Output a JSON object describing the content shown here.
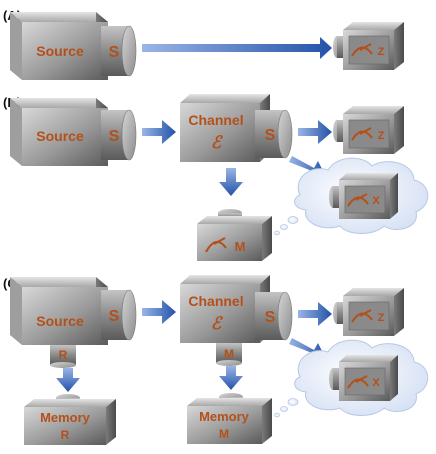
{
  "panels": {
    "a": "(A)",
    "b": "(B)",
    "c": "(C)"
  },
  "labels": {
    "source": "Source",
    "s": "S",
    "channel": "Channel",
    "epsilon": "ℰ",
    "z": "Z",
    "x": "X",
    "m": "M",
    "r": "R",
    "memory": "Memory"
  },
  "colors": {
    "box_dark": "#5e5e5e",
    "box_light": "#d6d6d6",
    "label": "#b4501a",
    "arrow": "#2f5fb0",
    "cloud": "#dde8f8"
  }
}
